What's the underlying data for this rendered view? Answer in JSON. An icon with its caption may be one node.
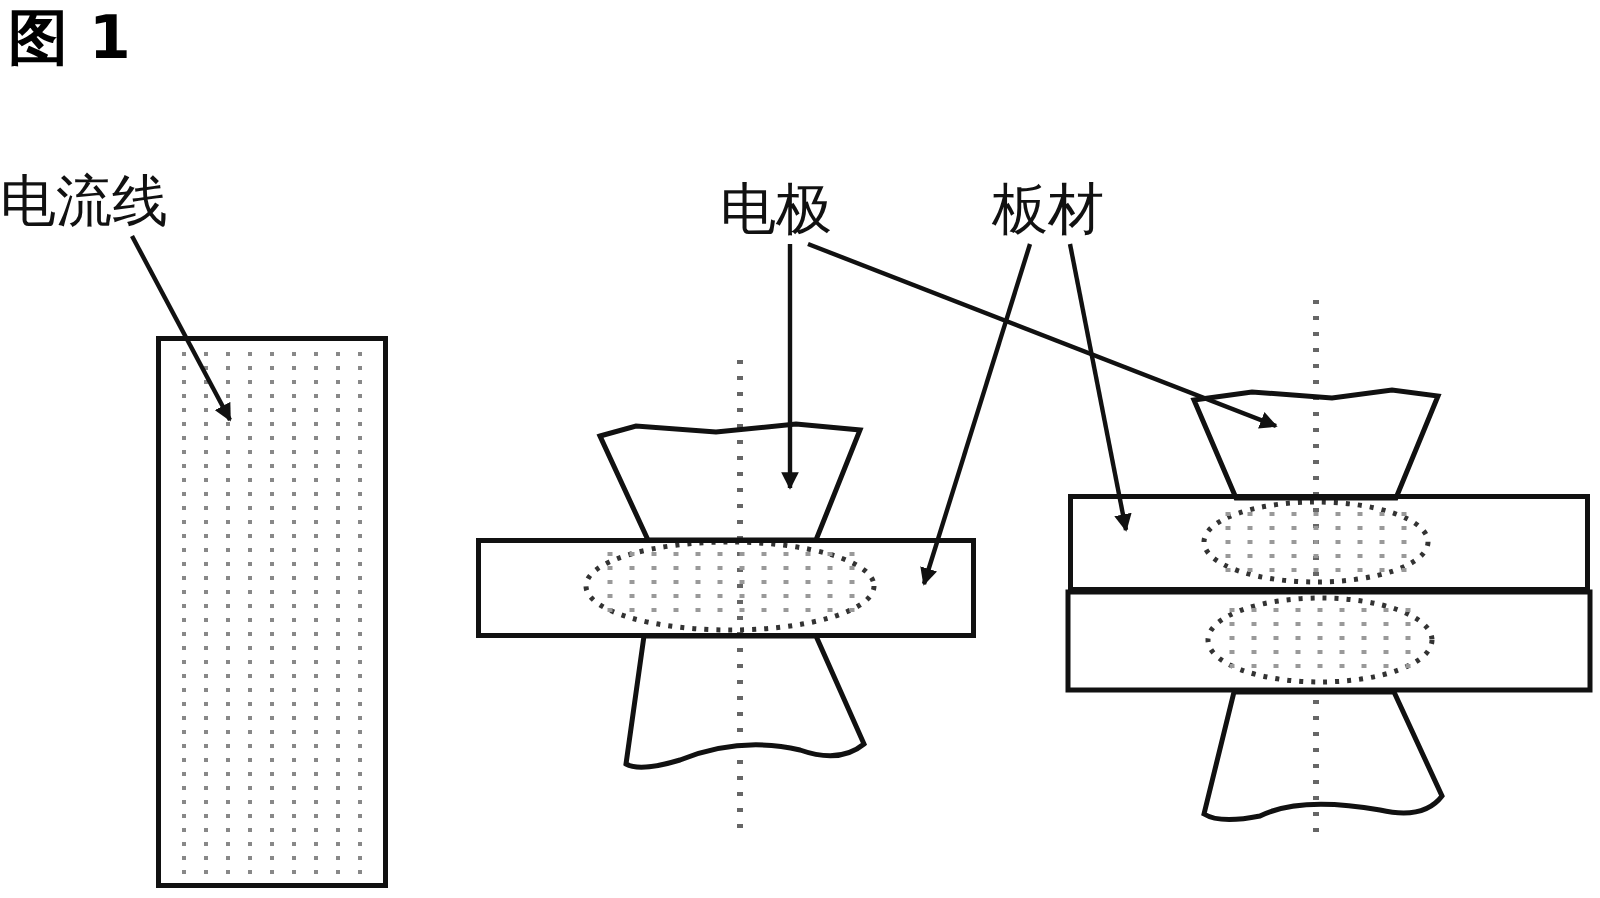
{
  "diagram": {
    "title": "图 1",
    "nodes": [
      {
        "text": [
          "电流线"
        ]
      },
      {
        "text": [],
        "shape": "box"
      },
      {
        "text": [
          "电极"
        ]
      },
      {
        "text": [
          "板材"
        ]
      },
      {
        "text": [],
        "shape": "trapezoid"
      },
      {
        "text": [],
        "shape": "box"
      },
      {
        "text": [],
        "shape": "trapezoid"
      },
      {
        "text": [],
        "shape": "box"
      }
    ],
    "edges": [
      {
        "from": 0,
        "to": 1,
        "arrow": "to"
      },
      {
        "from": 2,
        "to": 4,
        "arrow": "to"
      },
      {
        "from": 2,
        "to": 6,
        "arrow": "to"
      },
      {
        "from": 3,
        "to": 5,
        "arrow": "to"
      },
      {
        "from": 3,
        "to": 7,
        "arrow": "to"
      }
    ]
  }
}
